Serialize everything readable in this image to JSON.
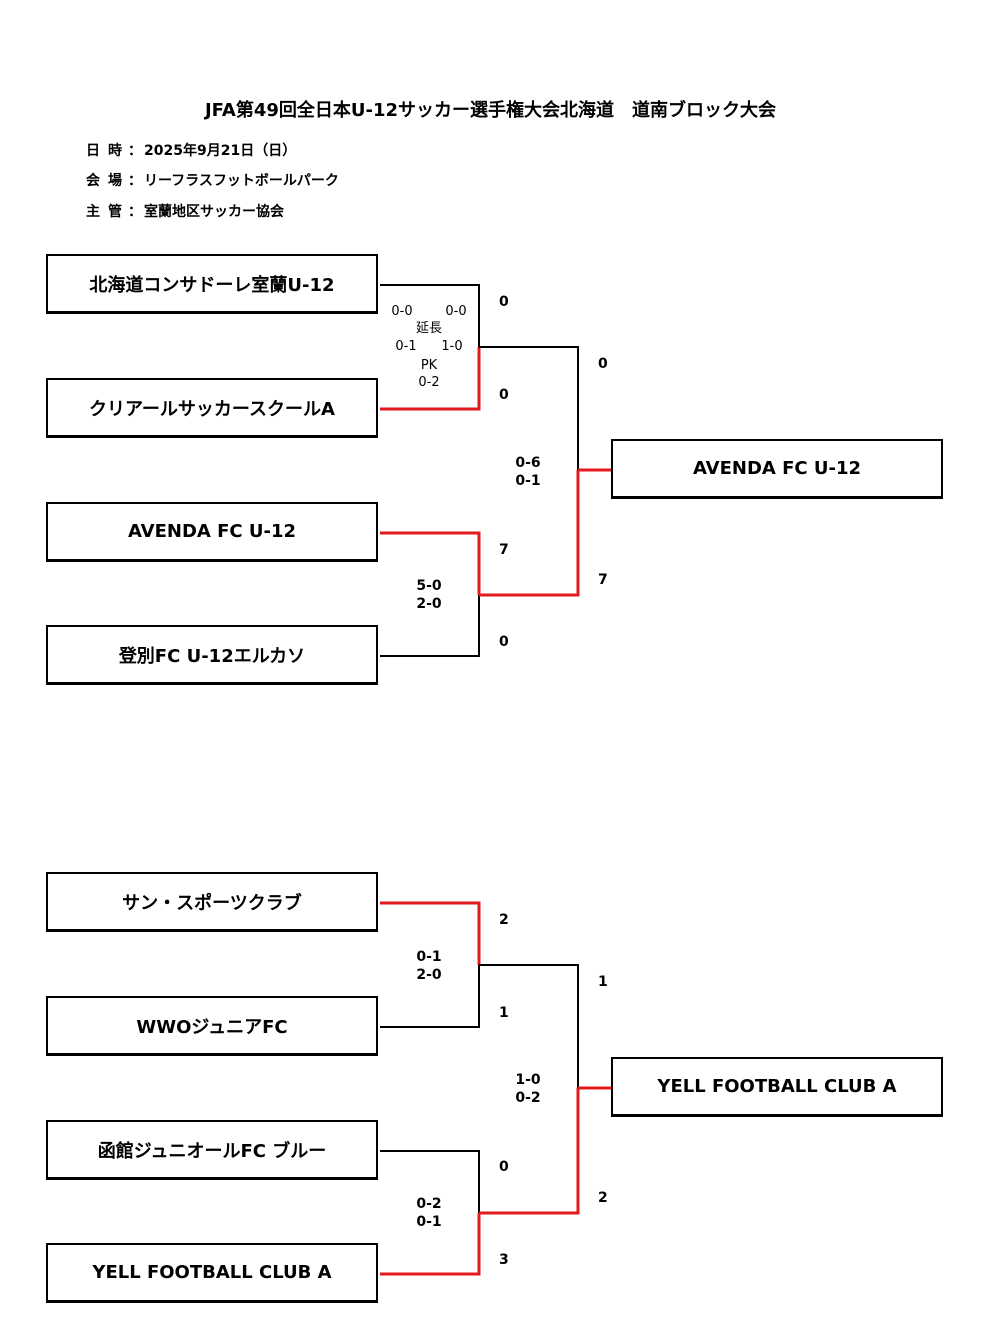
{
  "header": {
    "title": "JFA第49回全日本U-12サッカー選手権大会北海道　道南ブロック大会",
    "date_label": "日時",
    "date_value": "2025年9月21日（日）",
    "venue_label": "会場",
    "venue_value": "リーフラスフットボールパーク",
    "host_label": "主管",
    "host_value": "室蘭地区サッカー協会",
    "colon": "："
  },
  "colors": {
    "winner_line": "#e31a1c",
    "loser_line": "#000000"
  },
  "bracket_a": {
    "teams": [
      "北海道コンサドーレ室蘭U-12",
      "クリアールサッカースクールA",
      "AVENDA FC U-12",
      "登別FC U-12エルカソ"
    ],
    "match1": {
      "score_top": "0",
      "score_bottom": "0",
      "half_left": "0-0",
      "half_right": "0-0",
      "extra_label": "延長",
      "extra_left": "0-1",
      "extra_right": "1-0",
      "pk_label": "PK",
      "pk_score": "0-2"
    },
    "match2": {
      "score_top": "7",
      "score_bottom": "0",
      "half1": "5-0",
      "half2": "2-0"
    },
    "final": {
      "score_top": "0",
      "score_bottom": "7",
      "half1": "0-6",
      "half2": "0-1"
    },
    "winner": "AVENDA FC U-12"
  },
  "bracket_b": {
    "teams": [
      "サン・スポーツクラブ",
      "WWOジュニアFC",
      "函館ジュニオールFC ブルー",
      "YELL FOOTBALL CLUB A"
    ],
    "match1": {
      "score_top": "2",
      "score_bottom": "1",
      "half1": "0-1",
      "half2": "2-0"
    },
    "match2": {
      "score_top": "0",
      "score_bottom": "3",
      "half1": "0-2",
      "half2": "0-1"
    },
    "final": {
      "score_top": "1",
      "score_bottom": "2",
      "half1": "1-0",
      "half2": "0-2"
    },
    "winner": "YELL FOOTBALL CLUB A"
  }
}
